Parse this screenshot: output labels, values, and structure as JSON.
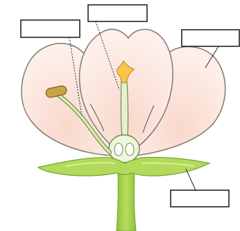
{
  "diagram": {
    "colors": {
      "petal_light": "#fdf0ea",
      "petal_mid": "#f9d8cb",
      "petal_outline": "#7a7a74",
      "stem": "#a9d24a",
      "stem_dark": "#5f9a25",
      "sepal": "#b3da5a",
      "stamen_filament": "#cfe2a0",
      "anther": "#c9a24a",
      "stigma": "#f6c64b"
    },
    "labels": [
      {
        "id": "label-stamen",
        "text": ""
      },
      {
        "id": "label-pistil",
        "text": ""
      },
      {
        "id": "label-petal",
        "text": ""
      },
      {
        "id": "label-sepal",
        "text": ""
      }
    ]
  }
}
